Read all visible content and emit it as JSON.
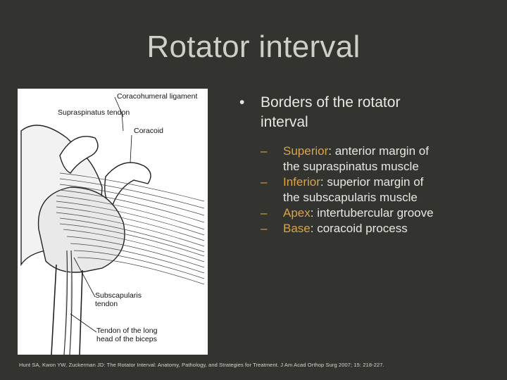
{
  "slide": {
    "title": "Rotator interval",
    "figure_labels": {
      "coracohumeral": "Coracohumeral ligament",
      "supraspinatus": "Supraspinatus tendon",
      "coracoid": "Coracoid",
      "subscapularis_line1": "Subscapularis",
      "subscapularis_line2": "tendon",
      "biceps_line1": "Tendon of the long",
      "biceps_line2": "head of the biceps"
    },
    "main_bullet": {
      "marker": "•",
      "text_line1": "Borders of the rotator",
      "text_line2": "interval"
    },
    "sub_bullets": [
      {
        "marker": "–",
        "term": "Superior",
        "rest": ": anterior margin of",
        "line2": "the supraspinatus muscle"
      },
      {
        "marker": "–",
        "term": "Inferior",
        "rest": ": superior margin of",
        "line2": "the subscapularis muscle"
      },
      {
        "marker": "–",
        "term": "Apex",
        "rest": ": intertubercular groove",
        "line2": ""
      },
      {
        "marker": "–",
        "term": "Base",
        "rest": ": coracoid process",
        "line2": ""
      }
    ],
    "citation": "Hunt SA, Kwon YW, Zuckerman JD: The Rotator Interval: Anatomy, Pathology, and Strategies for Treatment. J Am Acad Orthop Surg 2007; 15: 218-227.",
    "colors": {
      "background": "#333330",
      "title": "#cfcfc8",
      "body_text": "#e8e8e2",
      "highlight": "#d9a447"
    }
  }
}
